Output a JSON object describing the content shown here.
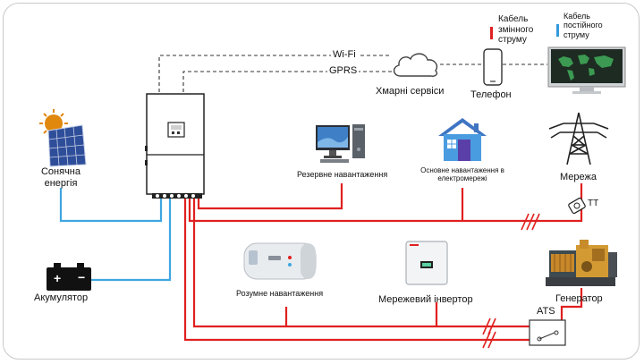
{
  "legend": {
    "ac_cable": "Кабель змінного струму",
    "ac_line1": "Кабель",
    "ac_line2": "змінного",
    "ac_line3": "струму",
    "dc_line1": "Кабель",
    "dc_line2": "постійного",
    "dc_line3": "струму",
    "ac_color": "#e02020",
    "dc_color": "#3399dd"
  },
  "links": {
    "wifi": "Wi-Fi",
    "gprs": "GPRS"
  },
  "nodes": {
    "cloud": "Хмарні сервіси",
    "phone": "Телефон",
    "solar_line1": "Сонячна",
    "solar_line2": "енергія",
    "battery": "Акумулятор",
    "backup_load": "Резервне навантаження",
    "main_load_line1": "Основне навантаження в",
    "main_load_line2": "електромережі",
    "grid": "Мережа",
    "ct": "TT",
    "smart_load": "Розумне навантаження",
    "grid_inverter": "Мережевий інвертор",
    "generator": "Генератор",
    "ats": "ATS"
  },
  "colors": {
    "ac_wire": "#e02020",
    "dc_wire": "#3ea6e0",
    "comm_line": "#333333",
    "frame": "#c9c9c9"
  }
}
